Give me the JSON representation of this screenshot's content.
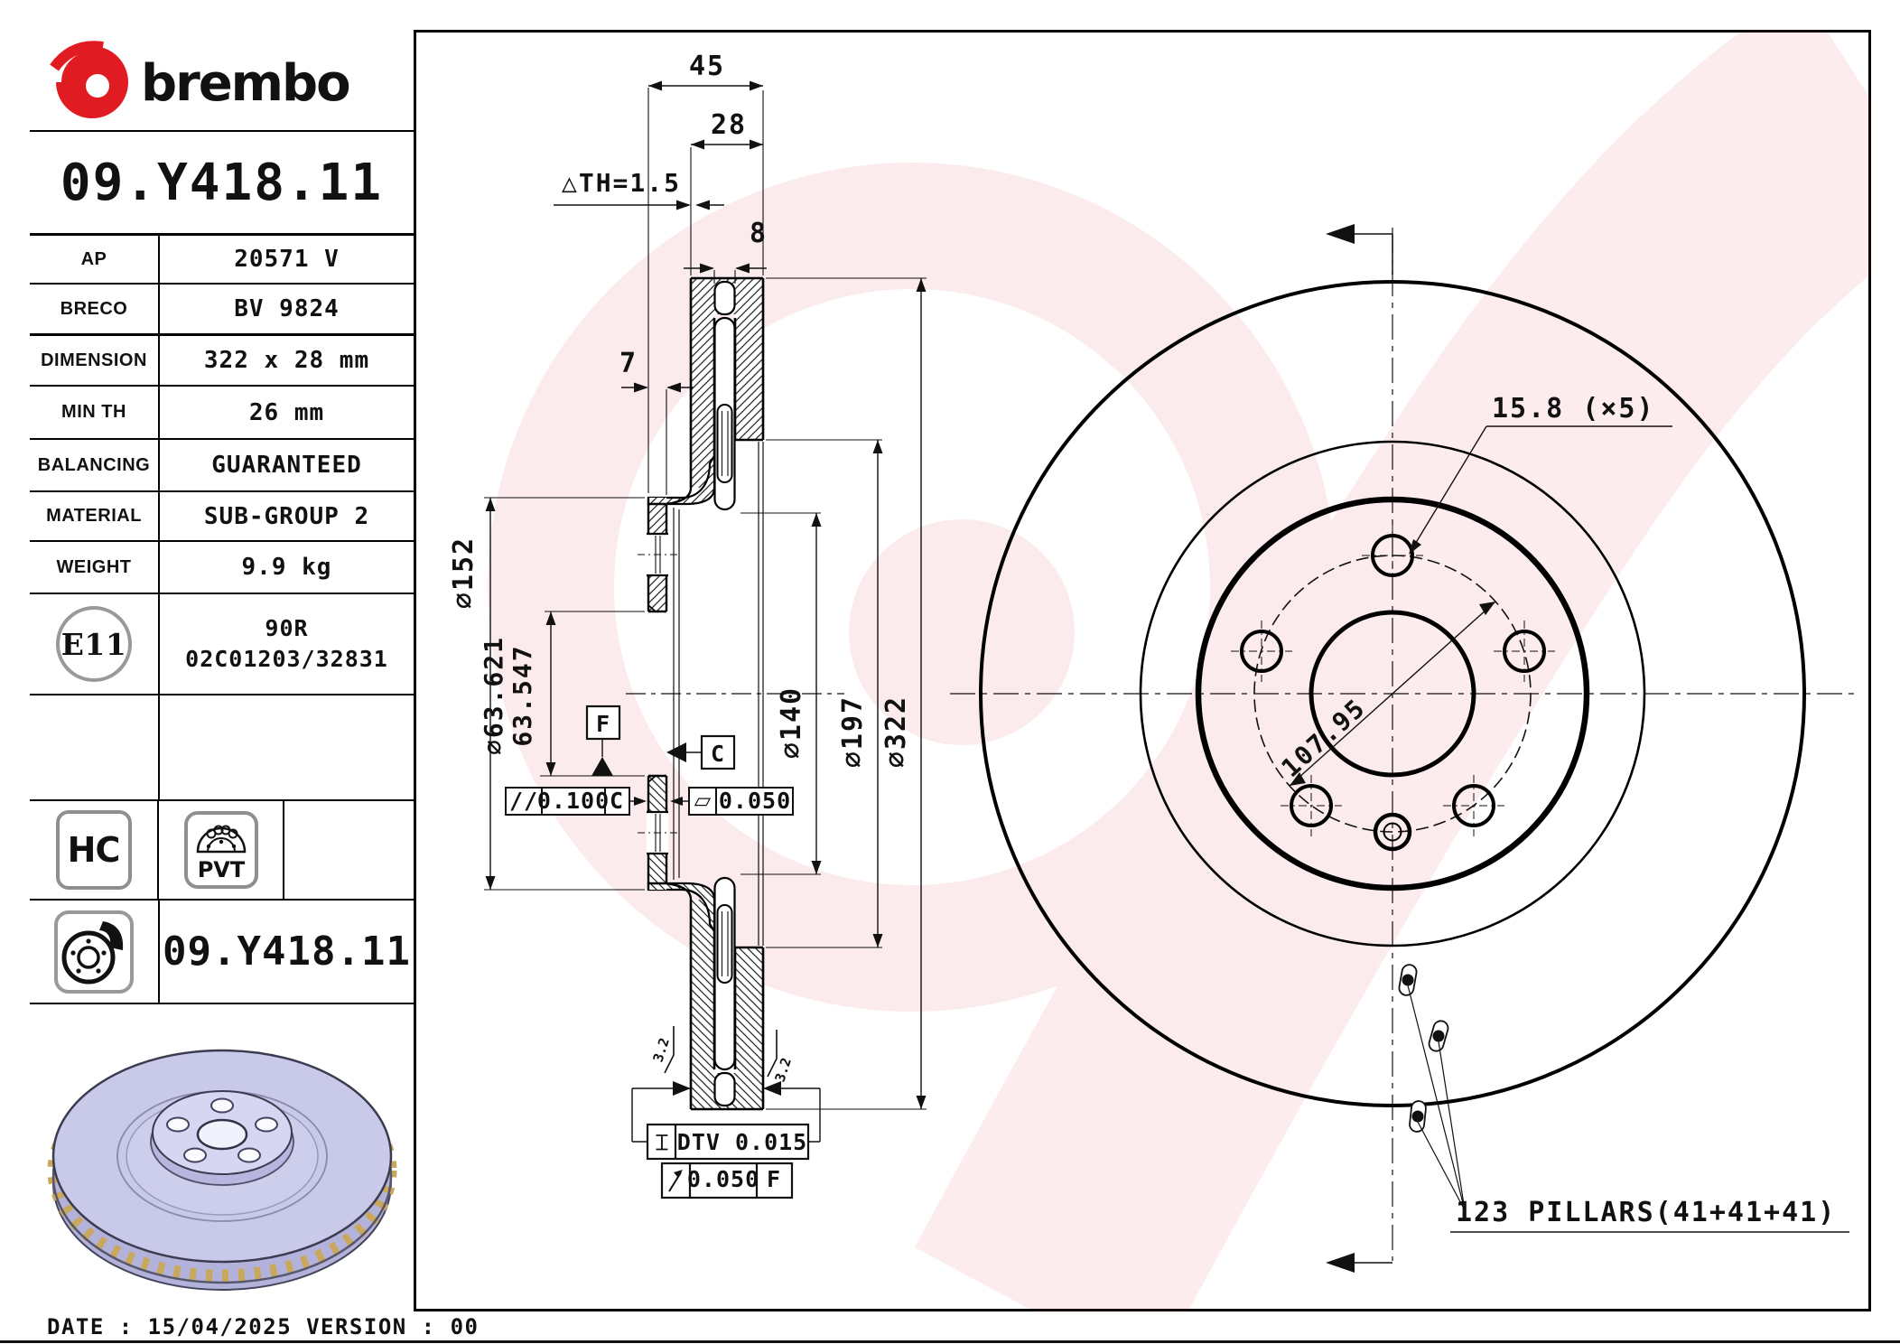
{
  "brand": {
    "wordmark": "brembo"
  },
  "colors": {
    "brand_red": "#e11b22",
    "disc_body": "#c9c9ea",
    "disc_hub": "#d6d6f2",
    "disc_vent_band": "#c9a85c"
  },
  "title_part_number": "09.Y418.11",
  "spec_table": {
    "rows": [
      {
        "label": "AP",
        "value": "20571 V"
      },
      {
        "label": "BRECO",
        "value": "BV 9824"
      },
      {
        "label": "DIMENSION",
        "value": "322 x 28 mm"
      },
      {
        "label": "MIN TH",
        "value": "26 mm"
      },
      {
        "label": "BALANCING",
        "value": "GUARANTEED"
      },
      {
        "label": "MATERIAL",
        "value": "SUB-GROUP 2"
      },
      {
        "label": "WEIGHT",
        "value": "9.9 kg"
      }
    ],
    "homologation": {
      "mark": "E11",
      "line1": "90R",
      "line2": "02C01203/32831"
    }
  },
  "badges": {
    "hc": "HC",
    "pvt": "PVT"
  },
  "footer": {
    "part_number": "09.Y418.11",
    "date_line": "DATE : 15/04/2025 VERSION : 00"
  },
  "section_view": {
    "dims": {
      "width_total": "45",
      "disc_thickness": "28",
      "min_th": "△TH=1.5",
      "vent_width": "8",
      "flange_thickness": "7",
      "hat_diameter": "⌀152",
      "bore_line1": "⌀63.621",
      "bore_line2": "63.547",
      "inner_diameter": "⌀140",
      "friction_inner": "⌀197",
      "outer_diameter": "⌀322"
    },
    "tolerances": {
      "parallelism_symbol": "//",
      "parallelism_value": "0.100",
      "parallelism_datum": "C",
      "flatness_symbol": "▱",
      "flatness_value": "0.050",
      "dtv_symbol": "⌶",
      "dtv_value": "DTV 0.015",
      "runout_value": "0.050",
      "runout_datum": "F",
      "surface_finish_left": "3.2",
      "surface_finish_right": "3.2"
    },
    "datums": {
      "c": "C",
      "f": "F"
    }
  },
  "front_view": {
    "bolt_hole_label": "15.8 (×5)",
    "bolt_circle_label": "107.95",
    "pillars_label": "123 PILLARS(41+41+41)"
  }
}
